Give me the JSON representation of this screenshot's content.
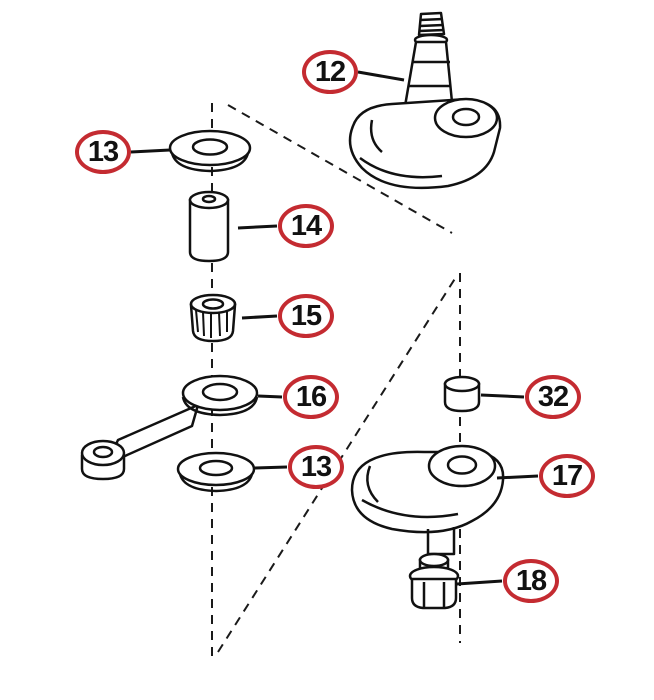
{
  "diagram": {
    "type": "exploded-parts-diagram",
    "callouts": [
      {
        "label": "12"
      },
      {
        "label": "13"
      },
      {
        "label": "14"
      },
      {
        "label": "15"
      },
      {
        "label": "16"
      },
      {
        "label": "13"
      },
      {
        "label": "32"
      },
      {
        "label": "17"
      },
      {
        "label": "18"
      }
    ],
    "colors": {
      "callout_stroke": "#c42b31",
      "line": "#111111",
      "background": "#ffffff"
    }
  }
}
